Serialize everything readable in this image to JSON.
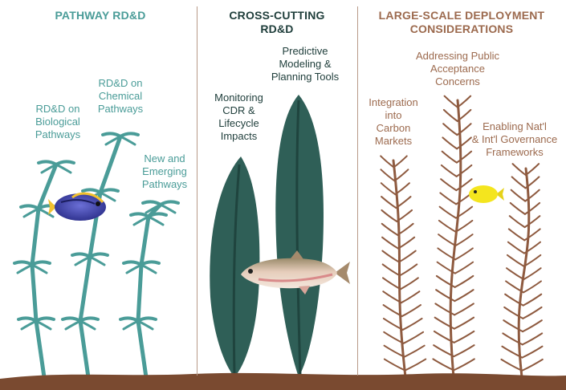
{
  "columns": [
    {
      "header": "PATHWAY RD&D",
      "color": "#4a9c98",
      "labels": [
        "RD&D on Biological Pathways",
        "RD&D on Chemical Pathways",
        "New and Emerging Pathways"
      ]
    },
    {
      "header_lines": [
        "CROSS-CUTTING",
        "RD&D"
      ],
      "color": "#1e3d3a",
      "labels": [
        "Monitoring CDR & Lifecycle Impacts",
        "Predictive Modeling & Planning Tools"
      ]
    },
    {
      "header_lines": [
        "LARGE-SCALE DEPLOYMENT",
        "CONSIDERATIONS"
      ],
      "color": "#9c6a4e",
      "labels": [
        "Integration into Carbon Markets",
        "Addressing Public Acceptance Concerns",
        "Enabling Nat'l & Int'l Governance Frameworks"
      ]
    }
  ],
  "text": {
    "c1": {
      "header": "PATHWAY RD&D",
      "bio": [
        "RD&D on",
        "Biological",
        "Pathways"
      ],
      "chem": [
        "RD&D on",
        "Chemical",
        "Pathways"
      ],
      "new": [
        "New and",
        "Emerging",
        "Pathways"
      ]
    },
    "c2": {
      "h1": "CROSS-CUTTING",
      "h2": "RD&D",
      "mon": [
        "Monitoring",
        "CDR &",
        "Lifecycle",
        "Impacts"
      ],
      "pred": [
        "Predictive",
        "Modeling &",
        "Planning Tools"
      ]
    },
    "c3": {
      "h1": "LARGE-SCALE DEPLOYMENT",
      "h2": "CONSIDERATIONS",
      "int": [
        "Integration",
        "into",
        "Carbon",
        "Markets"
      ],
      "pub": [
        "Addressing Public",
        "Acceptance",
        "Concerns"
      ],
      "gov": [
        "Enabling Nat'l",
        "& Int'l Governance",
        "Frameworks"
      ]
    }
  },
  "colors": {
    "teal": "#4a9c98",
    "dark_green": "#2c5a52",
    "brown": "#8e5a3f",
    "seafloor": "#7a4a30"
  },
  "icons": [
    "seaweed-teal-icon",
    "kelp-green-icon",
    "seaweed-brown-icon",
    "blue-tang-fish-icon",
    "trout-fish-icon",
    "yellow-fish-icon"
  ]
}
